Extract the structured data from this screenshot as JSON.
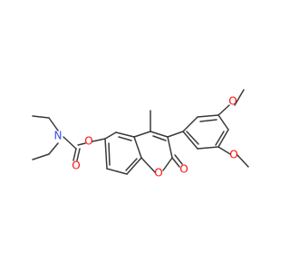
{
  "molecule": {
    "atoms": {
      "o_methoxy_top": {
        "label": "O",
        "color": "#ff0d0d"
      },
      "o_methoxy_bottom": {
        "label": "O",
        "color": "#ff0d0d"
      },
      "n_carbamate": {
        "label": "N",
        "color": "#3050f8"
      },
      "o_carbamate_carbonyl": {
        "label": "O",
        "color": "#ff0d0d"
      },
      "o_ester": {
        "label": "O",
        "color": "#ff0d0d"
      },
      "o_ring": {
        "label": "O",
        "color": "#ff0d0d"
      },
      "o_lactone_carbonyl": {
        "label": "O",
        "color": "#ff0d0d"
      }
    },
    "bond_color": "#3a3a3a",
    "background": "#ffffff"
  }
}
